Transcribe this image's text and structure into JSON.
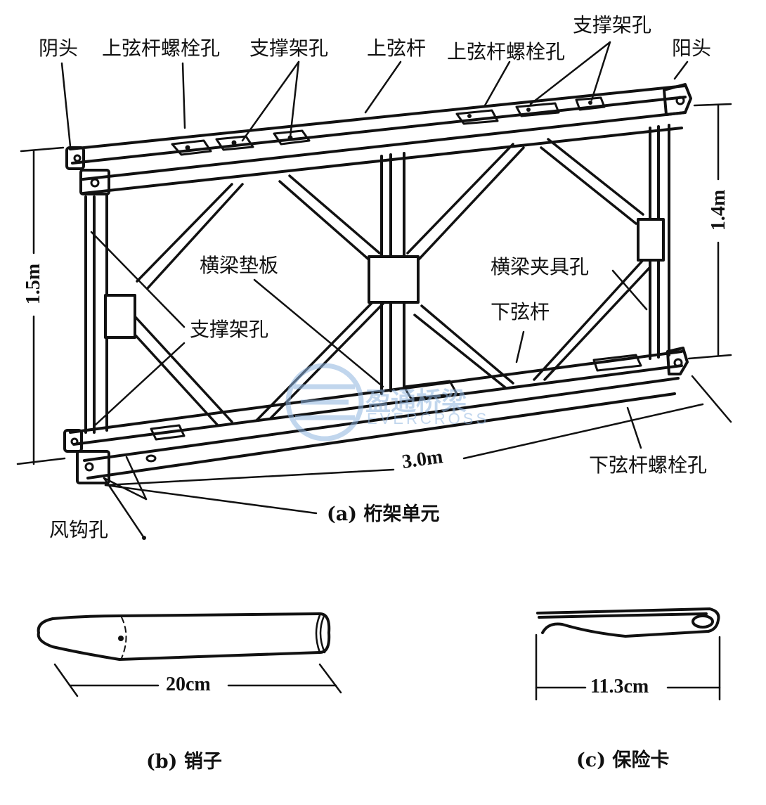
{
  "figure": {
    "panel_a": {
      "caption": "(a) 桁架单元",
      "labels": {
        "female_end": "阴头",
        "upper_chord_bolt_hole_left": "上弦杆螺栓孔",
        "bracing_frame_hole_top_left": "支撑架孔",
        "upper_chord": "上弦杆",
        "upper_chord_bolt_hole_right": "上弦杆螺栓孔",
        "bracing_frame_hole_top_right": "支撑架孔",
        "male_end": "阳头",
        "transom_pad": "横梁垫板",
        "transom_clamp_hole": "横梁夹具孔",
        "lower_chord": "下弦杆",
        "bracing_frame_hole_left": "支撑架孔",
        "wind_hook_hole": "风钩孔",
        "lower_chord_bolt_hole": "下弦杆螺栓孔"
      },
      "dimensions": {
        "height_outer": "1.5m",
        "height_inner": "1.4m",
        "length": "3.0m"
      }
    },
    "panel_b": {
      "caption": "(b) 销子",
      "dimension": "20cm"
    },
    "panel_c": {
      "caption": "(c) 保险卡",
      "dimension": "11.3cm"
    }
  },
  "watermark": {
    "text_cn": "盈通桥梁",
    "text_en": "EVERCROSS",
    "color": "#8fb5e0"
  },
  "colors": {
    "ink": "#111111",
    "background": "#ffffff"
  }
}
